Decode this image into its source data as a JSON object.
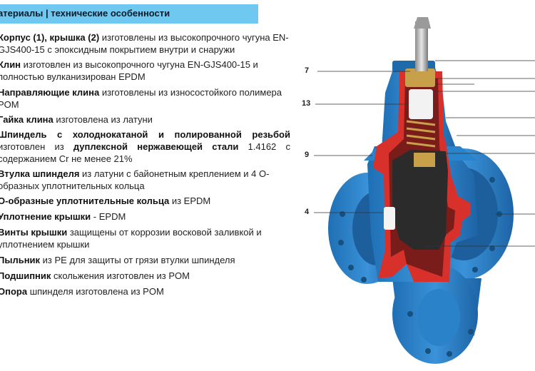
{
  "header": {
    "title": "атериалы | технические особенности"
  },
  "specs": [
    {
      "bold": "Корпус (1), крышка (2)",
      "text": " изготовлены из высокопрочного чугуна EN-GJS400-15 с эпоксидным покрытием внутри и снаружи"
    },
    {
      "bold": "Клин",
      "text": " изготовлен из высокопрочного чугуна EN-GJS400-15 и полностью вулканизирован EPDM"
    },
    {
      "bold": "Направляющие клина",
      "text": " изготовлены из износостойкого полимера POM"
    },
    {
      "bold": "Гайка клина",
      "text": " изготовлена из латуни"
    },
    {
      "bold": "Шпиндель с холоднокатаной и полированной резьбой",
      "text": " изготовлен из ",
      "bold2": "дуплексной нержавеющей стали",
      "text2": " 1.4162 с содержанием Cr не менее 21%"
    },
    {
      "bold": "Втулка шпинделя",
      "text": " из латуни с байонетным креплением и 4 О-образных уплотнительных кольца"
    },
    {
      "bold": "О-образные уплотнительные кольца",
      "text": " из EPDM"
    },
    {
      "bold": "Уплотнение крышки",
      "text": " - EPDM"
    },
    {
      "bold": "Винты крышки",
      "text": " защищены от коррозии восковой заливкой и уплотнением крышки"
    },
    {
      "bold": "Пыльник",
      "text": " из PE для защиты от грязи втулки шпинделя"
    },
    {
      "bold": "Подшипник",
      "text": " скольжения изготовлен из POM"
    },
    {
      "bold": "Опора",
      "text": " шпинделя изготовлена из POM"
    }
  ],
  "callouts": [
    {
      "label": "7"
    },
    {
      "label": "13"
    },
    {
      "label": "9"
    },
    {
      "label": "4"
    }
  ],
  "colors": {
    "header": "#6fc8f0",
    "valve_blue": "#2a7fc4",
    "section_red": "#d8312c",
    "wedge_black": "#2b2b2b",
    "brass": "#c9a04a"
  }
}
